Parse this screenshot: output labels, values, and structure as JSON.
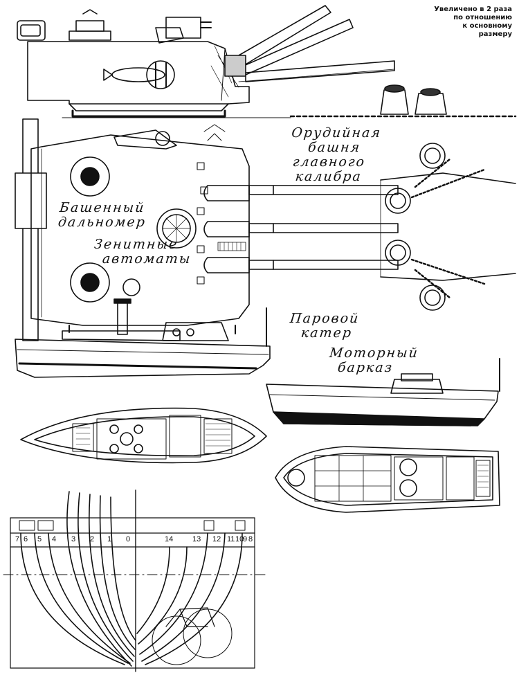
{
  "note": {
    "line1": "Увеличено в 2 раза",
    "line2": "по отношению",
    "line3": "к основному",
    "line4": "размеру"
  },
  "labels": {
    "turret": [
      "Орудийная",
      "башня",
      "главного",
      "калибра"
    ],
    "rangefinder": [
      "Башенный",
      "дальномер"
    ],
    "aa_guns": [
      "Зенитные",
      "автоматы"
    ],
    "steam_cutter": [
      "Паровой",
      "катер"
    ],
    "motor_launch": [
      "Моторный",
      "барказ"
    ]
  },
  "stations": [
    "7",
    "6",
    "5",
    "4",
    "3",
    "2",
    "1",
    "0",
    "14",
    "13",
    "12",
    "11",
    "10",
    "9",
    "8"
  ]
}
